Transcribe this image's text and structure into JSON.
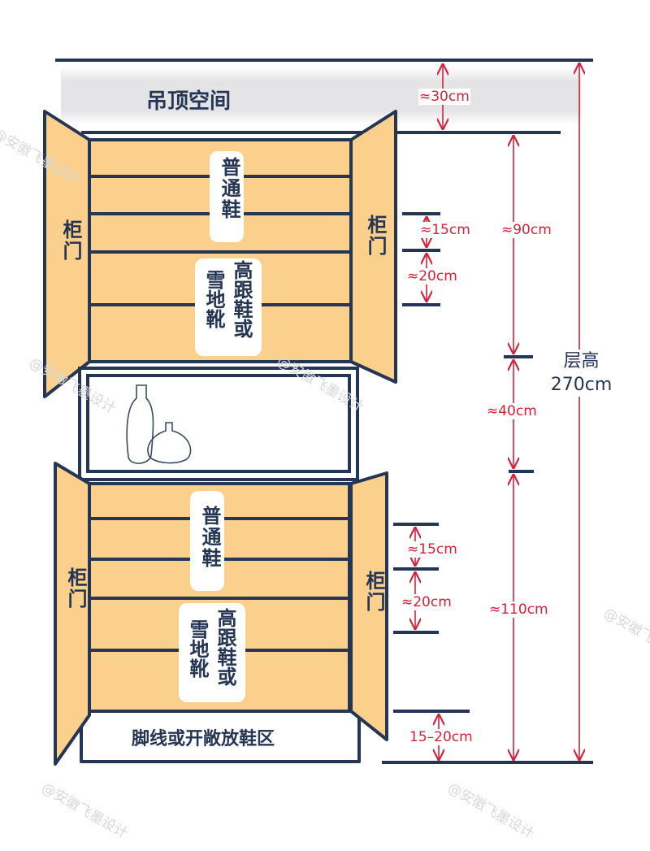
{
  "title": "吊顶空间",
  "colors": {
    "navy": "#253654",
    "cabinet": "#FBCF8C",
    "dimension": "#d6203a"
  },
  "upper_cabinet": {
    "door_left": "柜门",
    "door_right": "柜门",
    "shelf_top": "普通鞋",
    "shelf_bottom_col1": "高跟鞋或",
    "shelf_bottom_col2": "雪地靴"
  },
  "lower_cabinet": {
    "door_left": "柜门",
    "door_right": "柜门",
    "shelf_top": "普通鞋",
    "shelf_bottom_col1": "高跟鞋或",
    "shelf_bottom_col2": "雪地靴",
    "plinth": "脚线或开敞放鞋区"
  },
  "dimensions": {
    "ceiling": "≈30cm",
    "upper_shelf_a": "≈15cm",
    "upper_shelf_b": "≈20cm",
    "upper_total": "≈90cm",
    "middle": "≈40cm",
    "lower_shelf_a": "≈15cm",
    "lower_shelf_b": "≈20cm",
    "lower_total": "≈110cm",
    "plinth": "15–20cm",
    "floor_height_label": "层高",
    "floor_height_value": "270cm"
  },
  "watermark": "@安徽飞墨设计"
}
